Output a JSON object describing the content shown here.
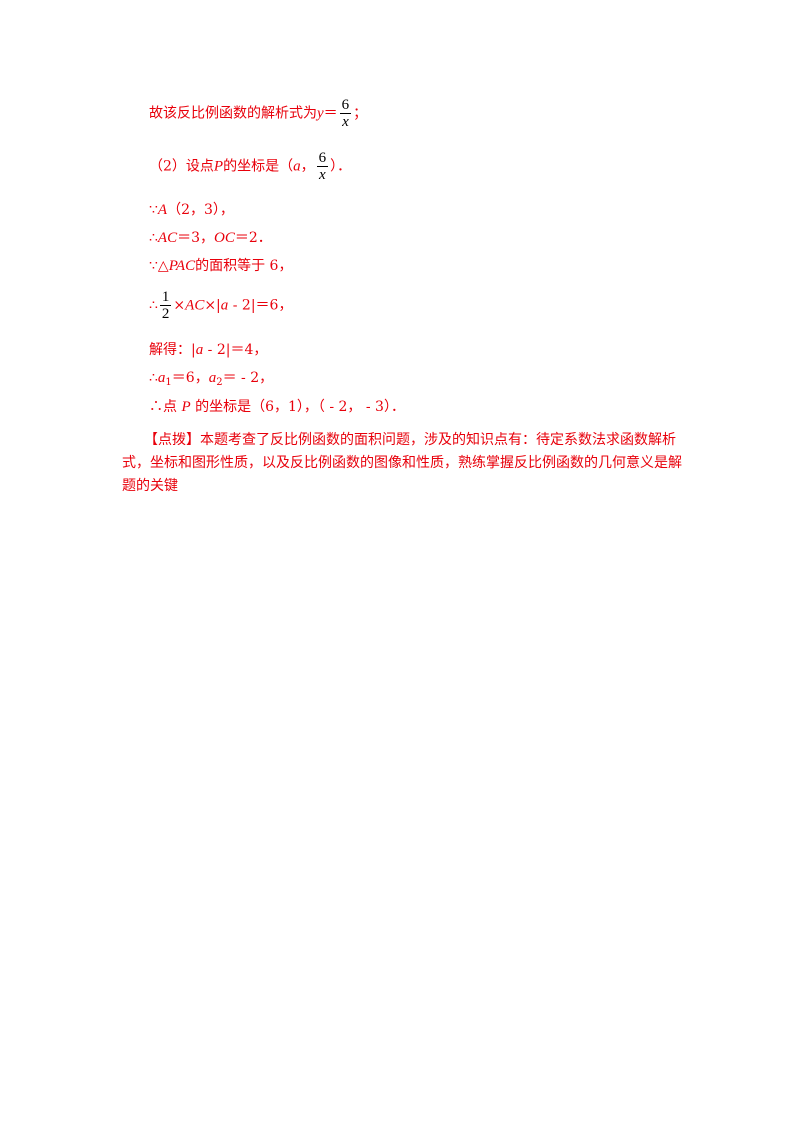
{
  "line1": {
    "text": "故该反比例函数的解析式为",
    "var": "y",
    "eq": "＝",
    "num": "6",
    "den": "x",
    "end": "；"
  },
  "line2": {
    "prefix": "（2）设点",
    "p": "P",
    "mid": "的坐标是（",
    "a": "a",
    "comma": "，",
    "num": "6",
    "den": "x",
    "end": "）．"
  },
  "line3": {
    "because": "∵",
    "pt": "A",
    "coords": "（2，3），"
  },
  "line4": {
    "therefore": "∴",
    "ac": "AC",
    "eq1": "＝3，",
    "oc": "OC",
    "eq2": "＝2．"
  },
  "line5": {
    "because": "∵△",
    "pac": "PAC",
    "rest": "的面积等于 6，"
  },
  "line6": {
    "therefore": "∴",
    "num": "1",
    "den": "2",
    "times": "×",
    "ac": "AC",
    "abs_open": "×|",
    "a": "a",
    "rest": " - 2|＝6，"
  },
  "line7": {
    "text": "解得：|",
    "a": "a",
    "rest": " - 2|＝4，"
  },
  "line8": {
    "therefore": "∴",
    "a1": "a",
    "s1": "1",
    "eq1": "＝6，",
    "a2": "a",
    "s2": "2",
    "eq2": "＝ - 2，"
  },
  "line9": {
    "text": "∴点 ",
    "p": "P",
    "rest": " 的坐标是（6，1），（ - 2， - 3）．"
  },
  "comment": {
    "text": "【点拨】本题考查了反比例函数的面积问题，涉及的知识点有：待定系数法求函数解析式，坐标和图形性质，以及反比例函数的图像和性质，熟练掌握反比例函数的几何意义是解题的关键"
  }
}
